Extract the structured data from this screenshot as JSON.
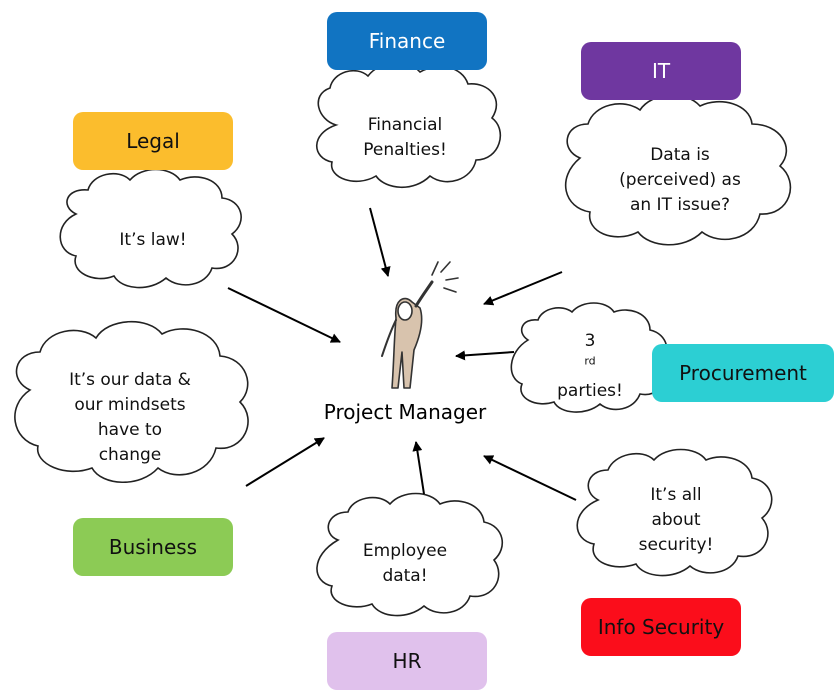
{
  "center": {
    "label": "Project Manager"
  },
  "departments": {
    "finance": {
      "label": "Finance",
      "color": "#1174c2",
      "text_color": "#ffffff"
    },
    "it": {
      "label": "IT",
      "color": "#6f37a0",
      "text_color": "#ffffff"
    },
    "legal": {
      "label": "Legal",
      "color": "#fbbd2d",
      "text_color": "#111111"
    },
    "procurement": {
      "label": "Procurement",
      "color": "#2ccfd3",
      "text_color": "#111111"
    },
    "business": {
      "label": "Business",
      "color": "#8ccb55",
      "text_color": "#111111"
    },
    "hr": {
      "label": "HR",
      "color": "#e0c1ec",
      "text_color": "#111111"
    },
    "info_security": {
      "label": "Info Security",
      "color": "#fb0d1b",
      "text_color": "#111111"
    }
  },
  "clouds": {
    "finance": {
      "lines": [
        "Financial",
        "Penalties!"
      ]
    },
    "it": {
      "lines": [
        "Data is",
        "(perceived) as",
        "an IT issue?"
      ]
    },
    "legal": {
      "lines": [
        "It’s law!"
      ]
    },
    "procurement": {
      "line1": "3",
      "sup": "rd",
      "line2": "parties!"
    },
    "business": {
      "lines": [
        "It’s our data &",
        "our mindsets",
        "have to",
        "change"
      ]
    },
    "hr": {
      "lines": [
        "Employee",
        "data!"
      ]
    },
    "info_security": {
      "lines": [
        "It’s all",
        "about",
        "security!"
      ]
    }
  }
}
